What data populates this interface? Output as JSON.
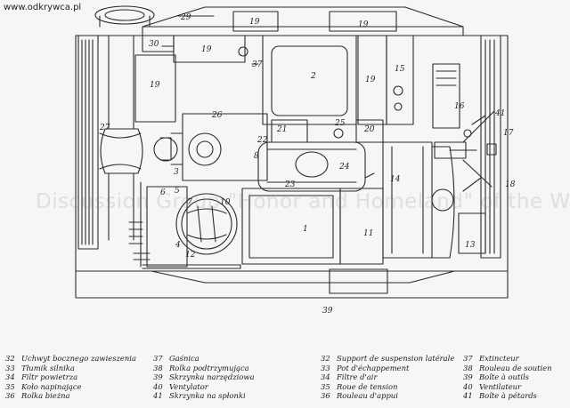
{
  "site": "www.odkrywca.pl",
  "watermark": "Discussion Group \"Honor and Homeland\" of the WWII Forum",
  "colors": {
    "ink": "#2a2a2a",
    "paper": "#f6f6f4"
  },
  "callouts": {
    "c1": "1",
    "c2": "2",
    "c3": "3",
    "c4": "4",
    "c5": "5",
    "c6": "6",
    "c7": "7",
    "c10": "10",
    "c11": "11",
    "c12": "12",
    "c13": "13",
    "c14": "14",
    "c15": "15",
    "c16": "16",
    "c17": "17",
    "c18": "18",
    "c19a": "19",
    "c19b": "19",
    "c19c": "19",
    "c19d": "19",
    "c19e": "19",
    "c20": "20",
    "c21": "21",
    "c22": "22",
    "c23": "23",
    "c24": "24",
    "c25": "25",
    "c26": "26",
    "c27": "27",
    "c29": "29",
    "c30": "30",
    "c37": "37",
    "c39": "39",
    "c41": "41"
  },
  "legend_pl": [
    {
      "num": "32",
      "text": "Uchwyt bocznego zawieszenia"
    },
    {
      "num": "33",
      "text": "Tłumik silnika"
    },
    {
      "num": "34",
      "text": "Filtr powietrza"
    },
    {
      "num": "35",
      "text": "Koło napinające"
    },
    {
      "num": "36",
      "text": "Rolka bieżna"
    },
    {
      "num": "37",
      "text": "Gaśnica"
    },
    {
      "num": "38",
      "text": "Rolka podtrzymująca"
    },
    {
      "num": "39",
      "text": "Skrzynka narzędziowa"
    },
    {
      "num": "40",
      "text": "Ventylator"
    },
    {
      "num": "41",
      "text": "Skrzynka na spłonki"
    }
  ],
  "legend_fr": [
    {
      "num": "32",
      "text": "Support de suspension latérale"
    },
    {
      "num": "33",
      "text": "Pot d'échappement"
    },
    {
      "num": "34",
      "text": "Filtre d'air"
    },
    {
      "num": "35",
      "text": "Roue de tension"
    },
    {
      "num": "36",
      "text": "Rouleau d'appui"
    },
    {
      "num": "37",
      "text": "Extincteur"
    },
    {
      "num": "38",
      "text": "Rouleau de soutien"
    },
    {
      "num": "39",
      "text": "Boîte à outils"
    },
    {
      "num": "40",
      "text": "Ventilateur"
    },
    {
      "num": "41",
      "text": "Boîte à pétards"
    }
  ]
}
